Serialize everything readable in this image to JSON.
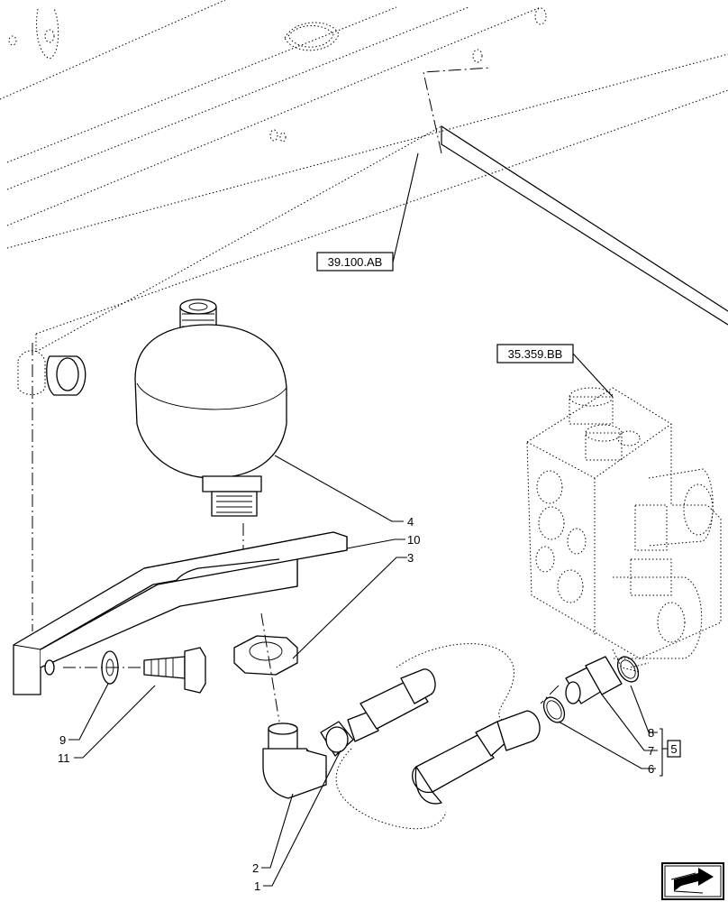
{
  "references": {
    "frame_ref": "39.100.AB",
    "valve_ref": "35.359.BB",
    "kit_ref": "5"
  },
  "callouts": {
    "n1": "1",
    "n2": "2",
    "n3": "3",
    "n4": "4",
    "n6": "6",
    "n7": "7",
    "n8": "8",
    "n9": "9",
    "n10": "10",
    "n11": "11"
  },
  "nav_icon": "next-page-arrow-icon"
}
